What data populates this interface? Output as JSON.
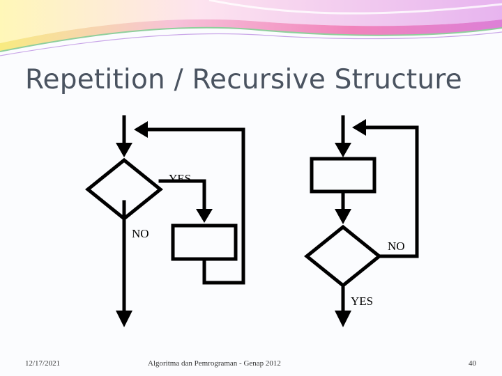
{
  "slide": {
    "title": "Repetition / Recursive Structure",
    "footer_date": "12/17/2021",
    "footer_center": "Algoritma dan Pemrograman - Genap 2012",
    "page_number": "40"
  },
  "diagram": {
    "left_flow": {
      "yes_label": "YES",
      "no_label": "NO"
    },
    "right_flow": {
      "no_label": "NO",
      "yes_label": "YES"
    }
  },
  "colors": {
    "title": "#4a5360",
    "line": "#000000",
    "banner_pink": "#ef6fb0",
    "banner_purple": "#b06ad4",
    "banner_yellow": "#f7e86a",
    "banner_green": "#9fd3a8"
  }
}
